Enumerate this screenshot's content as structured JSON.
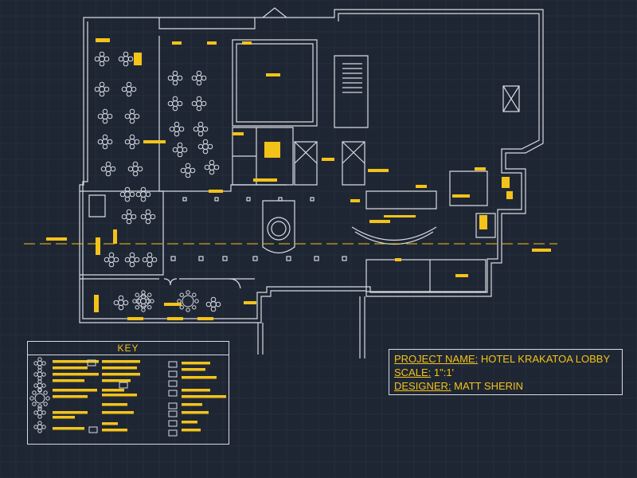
{
  "drawing": {
    "background": "#1f2633",
    "grid_color": "#2b3444",
    "line_color": "#d7dbe2",
    "accent_color": "#f3c319"
  },
  "key": {
    "title": "KEY"
  },
  "title_block": {
    "project_label": "PROJECT NAME:",
    "project_value": " HOTEL KRAKATOA LOBBY",
    "scale_label": "SCALE:",
    "scale_value": " 1\":1'",
    "designer_label": "DESIGNER:",
    "designer_value": " MATT SHERIN"
  }
}
